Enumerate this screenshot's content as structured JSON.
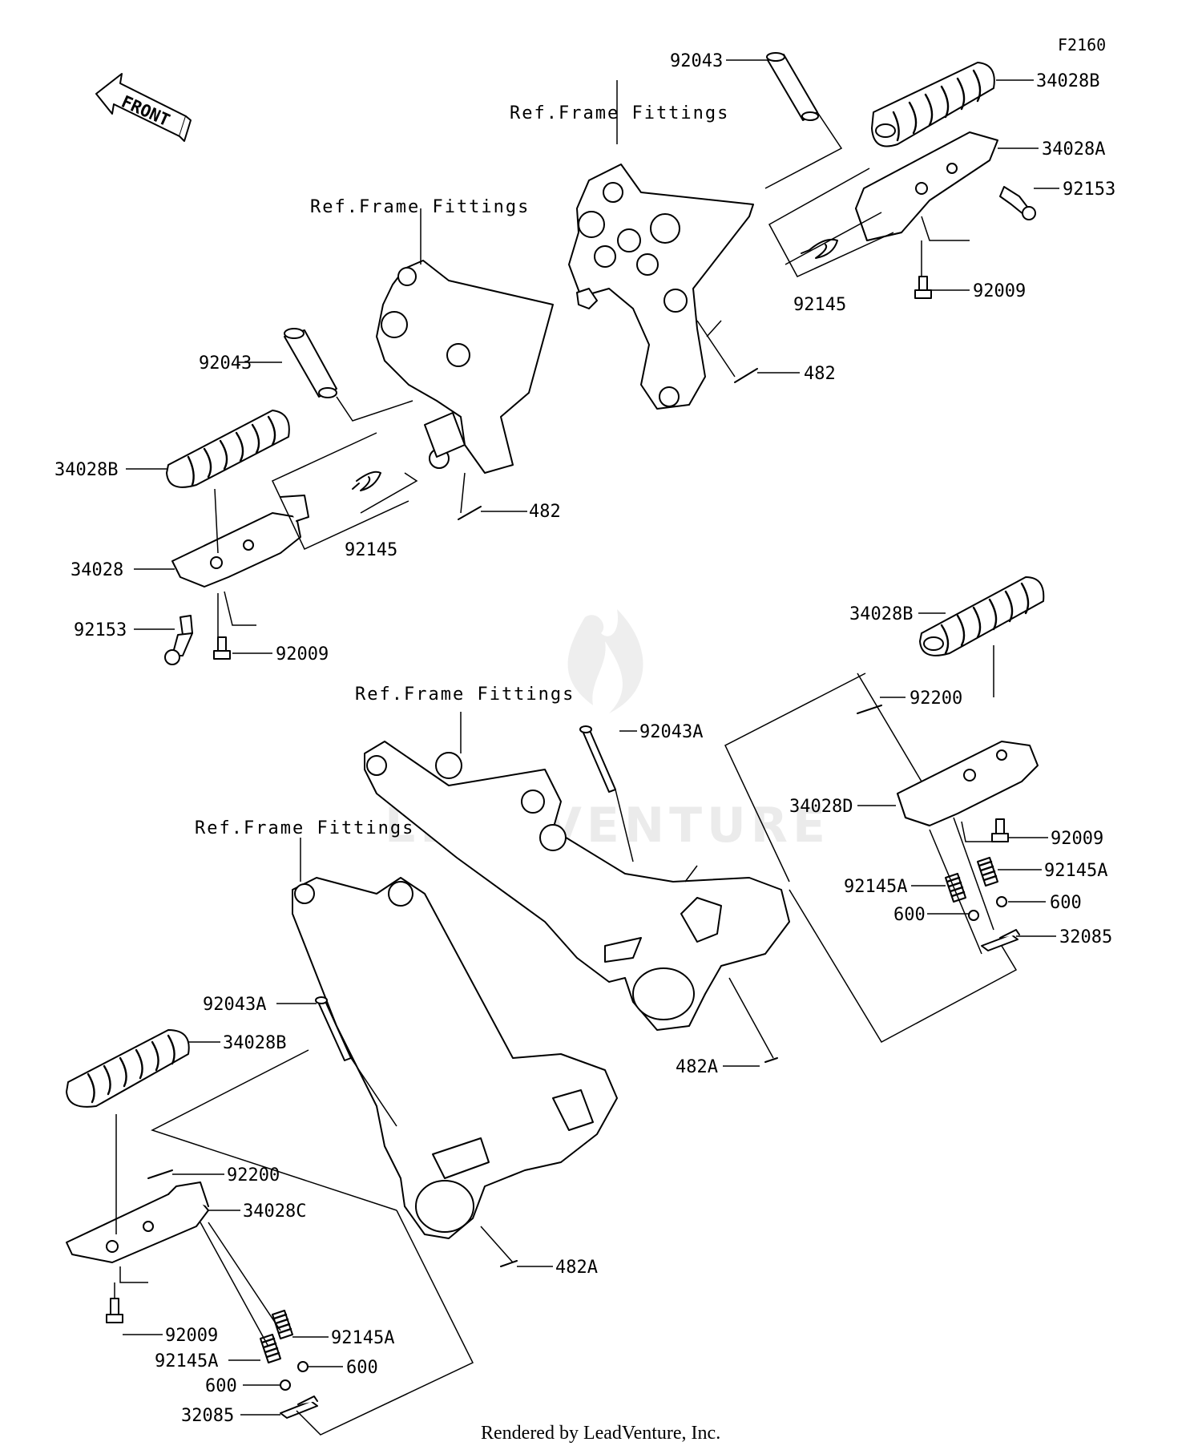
{
  "diagram_code": "F2160",
  "front_arrow_label": "FRONT",
  "watermark": "LEADVENTURE",
  "credit": "Rendered by LeadVenture, Inc.",
  "refs": {
    "ref1": "Ref.Frame Fittings",
    "ref2": "Ref.Frame Fittings",
    "ref3": "Ref.Frame Fittings",
    "ref4": "Ref.Frame Fittings"
  },
  "labels": {
    "tr_92043": "92043",
    "tr_34028B": "34028B",
    "tr_34028A": "34028A",
    "tr_92153": "92153",
    "tr_92009": "92009",
    "tr_92145": "92145",
    "tr_482": "482",
    "l_92043": "92043",
    "l_34028B": "34028B",
    "l_482": "482",
    "l_92145": "92145",
    "l_34028": "34028",
    "l_92153": "92153",
    "l_92009": "92009",
    "r_34028B": "34028B",
    "r_92200": "92200",
    "r_92043A": "92043A",
    "r_34028D": "34028D",
    "r_92009": "92009",
    "r_92145A_a": "92145A",
    "r_92145A_b": "92145A",
    "r_600_a": "600",
    "r_600_b": "600",
    "r_32085": "32085",
    "r_482A": "482A",
    "b_92043A": "92043A",
    "b_34028B": "34028B",
    "b_92200": "92200",
    "b_34028C": "34028C",
    "b_482A": "482A",
    "b_92009": "92009",
    "b_92145A_a": "92145A",
    "b_92145A_b": "92145A",
    "b_600_a": "600",
    "b_600_b": "600",
    "b_32085": "32085"
  }
}
